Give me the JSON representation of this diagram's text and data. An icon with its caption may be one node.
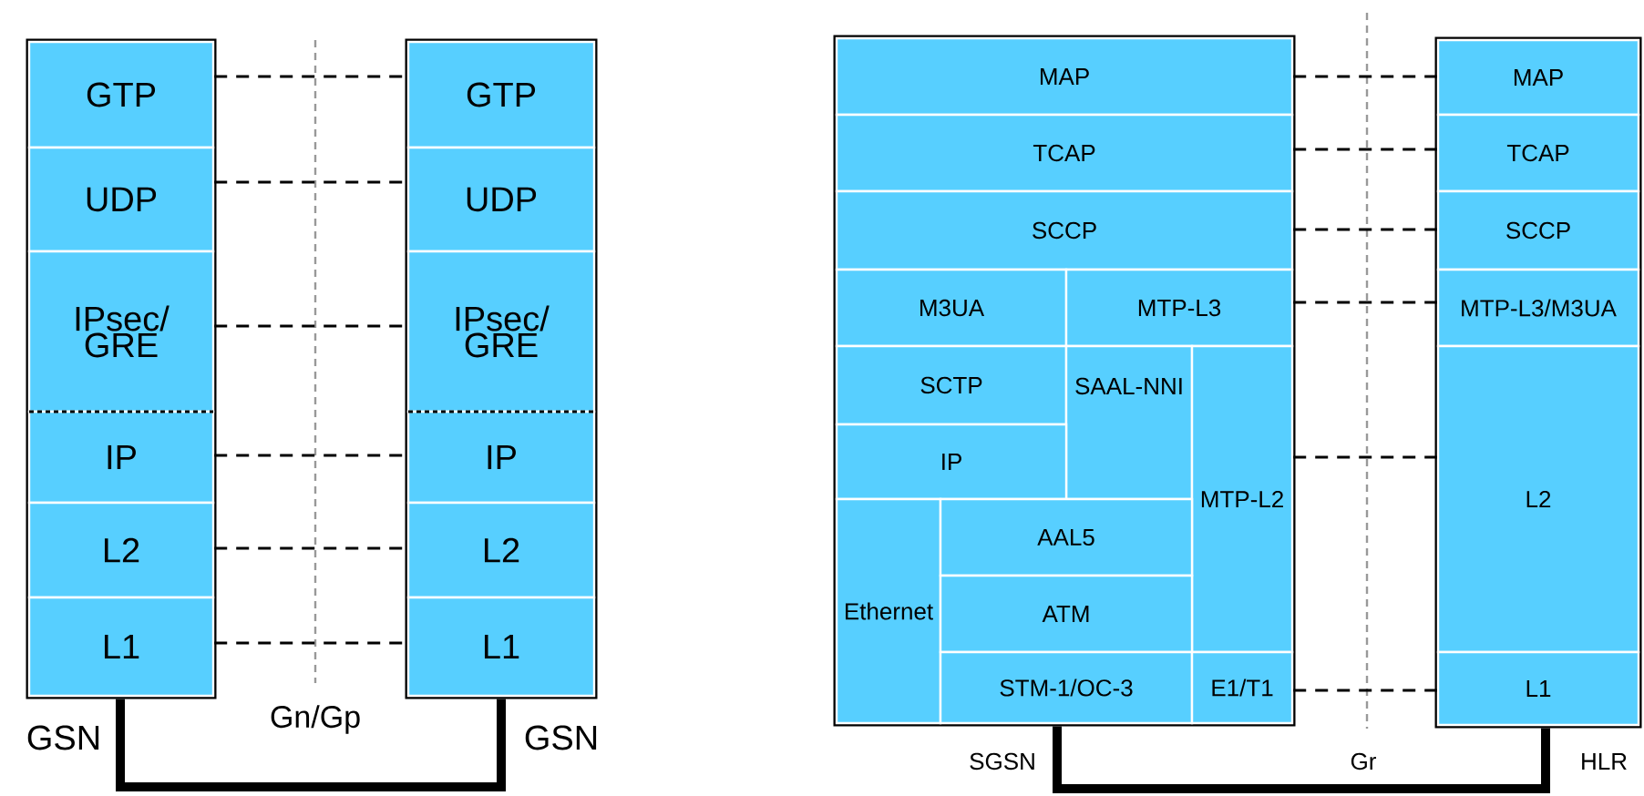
{
  "diagram": {
    "nodes": [
      {
        "text": [
          "GSN"
        ]
      },
      {
        "text": [
          "GTP"
        ],
        "in": 0
      },
      {
        "text": [
          "UDP"
        ],
        "in": 0
      },
      {
        "text": [
          "IPsec/ GRE"
        ],
        "in": 0
      },
      {
        "text": [
          "IP"
        ],
        "in": 0
      },
      {
        "text": [
          "L2"
        ],
        "in": 0
      },
      {
        "text": [
          "L1"
        ],
        "in": 0
      },
      {
        "text": [
          "GSN"
        ]
      },
      {
        "text": [
          "GTP"
        ],
        "in": 7
      },
      {
        "text": [
          "UDP"
        ],
        "in": 7
      },
      {
        "text": [
          "IPsec/ GRE"
        ],
        "in": 7
      },
      {
        "text": [
          "IP"
        ],
        "in": 7
      },
      {
        "text": [
          "L2"
        ],
        "in": 7
      },
      {
        "text": [
          "L1"
        ],
        "in": 7
      },
      {
        "text": [
          "SGSN"
        ]
      },
      {
        "text": [
          "MAP"
        ],
        "in": 14
      },
      {
        "text": [
          "TCAP"
        ],
        "in": 14
      },
      {
        "text": [
          "SCCP"
        ],
        "in": 14
      },
      {
        "text": [
          "M3UA"
        ],
        "in": 14
      },
      {
        "text": [
          "MTP-L3"
        ],
        "in": 14
      },
      {
        "text": [
          "SCTP"
        ],
        "in": 14
      },
      {
        "text": [
          "SAAL-NNI"
        ],
        "in": 14
      },
      {
        "text": [
          "MTP-L2"
        ],
        "in": 14
      },
      {
        "text": [
          "IP"
        ],
        "in": 14
      },
      {
        "text": [
          "Ethernet"
        ],
        "in": 14
      },
      {
        "text": [
          "AAL5"
        ],
        "in": 14
      },
      {
        "text": [
          "ATM"
        ],
        "in": 14
      },
      {
        "text": [
          "STM-1/OC-3"
        ],
        "in": 14
      },
      {
        "text": [
          "E1/T1"
        ],
        "in": 14
      },
      {
        "text": [
          "HLR"
        ]
      },
      {
        "text": [
          "MAP"
        ],
        "in": 29
      },
      {
        "text": [
          "TCAP"
        ],
        "in": 29
      },
      {
        "text": [
          "SCCP"
        ],
        "in": 29
      },
      {
        "text": [
          "MTP-L3/M3UA"
        ],
        "in": 29
      },
      {
        "text": [
          "L2"
        ],
        "in": 29
      },
      {
        "text": [
          "L1"
        ],
        "in": 29
      }
    ],
    "edges": [
      {
        "from": 1,
        "to": 8,
        "arrow": "none",
        "style": "dashed"
      },
      {
        "from": 2,
        "to": 9,
        "arrow": "none",
        "style": "dashed"
      },
      {
        "from": 3,
        "to": 10,
        "arrow": "none",
        "style": "dashed"
      },
      {
        "from": 4,
        "to": 11,
        "arrow": "none",
        "style": "dashed"
      },
      {
        "from": 5,
        "to": 12,
        "arrow": "none",
        "style": "dashed"
      },
      {
        "from": 6,
        "to": 13,
        "arrow": "none",
        "style": "dashed"
      },
      {
        "from": 0,
        "to": 7,
        "arrow": "none",
        "style": "thick"
      },
      {
        "from": 15,
        "to": 30,
        "arrow": "none",
        "style": "dashed"
      },
      {
        "from": 16,
        "to": 31,
        "arrow": "none",
        "style": "dashed"
      },
      {
        "from": 17,
        "to": 32,
        "arrow": "none",
        "style": "dashed"
      },
      {
        "from": 19,
        "to": 33,
        "arrow": "none",
        "style": "dashed"
      },
      {
        "from": 22,
        "to": 34,
        "arrow": "none",
        "style": "dashed"
      },
      {
        "from": 28,
        "to": 35,
        "arrow": "none",
        "style": "dashed"
      },
      {
        "from": 14,
        "to": 29,
        "arrow": "none",
        "style": "thick"
      }
    ],
    "labels": [
      "Gn/Gp",
      "Gr"
    ]
  }
}
